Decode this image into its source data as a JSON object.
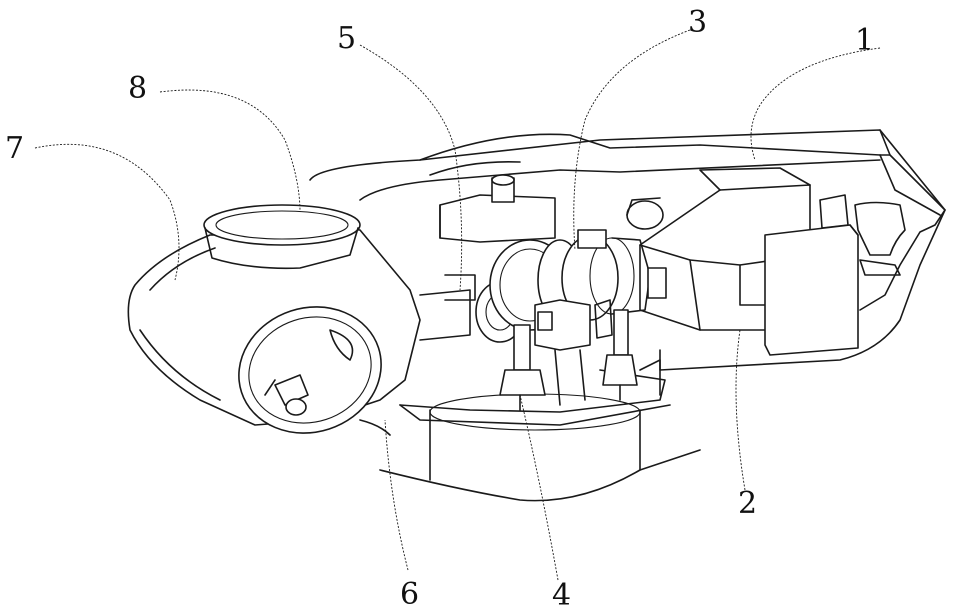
{
  "labels": {
    "l1": "1",
    "l2": "2",
    "l3": "3",
    "l4": "4",
    "l5": "5",
    "l6": "6",
    "l7": "7",
    "l8": "8"
  },
  "colors": {
    "line": "#1a1a1a",
    "background": "#ffffff"
  }
}
